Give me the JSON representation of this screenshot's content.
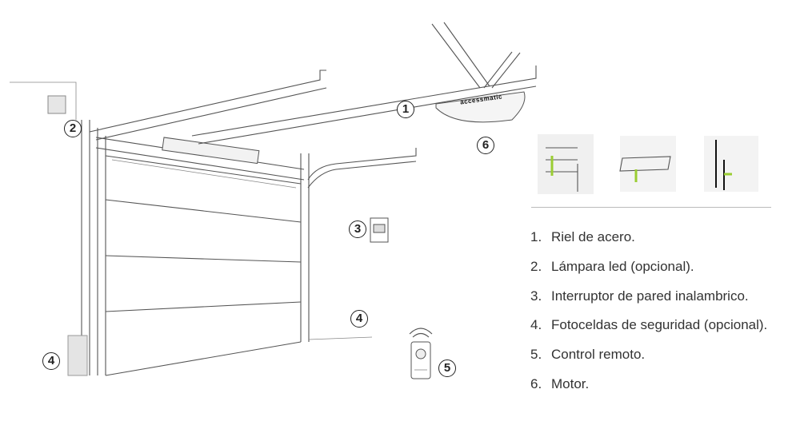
{
  "brand_logo": "accessmatic",
  "callouts": [
    "1",
    "2",
    "3",
    "4",
    "4",
    "5",
    "6"
  ],
  "legend": [
    {
      "num": "1.",
      "text": "Riel de acero."
    },
    {
      "num": "2.",
      "text": "Lámpara led (opcional)."
    },
    {
      "num": "3.",
      "text": "Interruptor de pared inalambrico."
    },
    {
      "num": "4.",
      "text": "Fotoceldas de seguridad (opcional)."
    },
    {
      "num": "5.",
      "text": "Control remoto."
    },
    {
      "num": "6.",
      "text": "Motor."
    }
  ],
  "colors": {
    "accent": "#9acd32",
    "line": "#555555"
  }
}
